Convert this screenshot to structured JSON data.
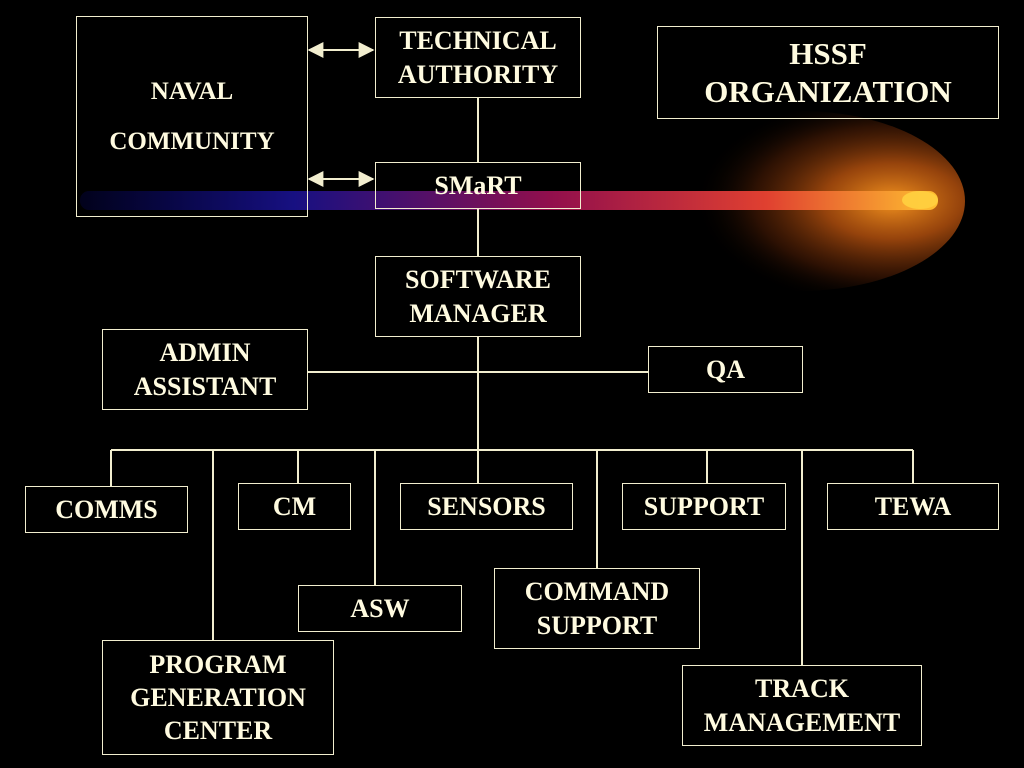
{
  "title": {
    "line1": "HSSF",
    "line2": "ORGANIZATION"
  },
  "nodes": {
    "naval_community": {
      "line1": "NAVAL",
      "line2": "COMMUNITY"
    },
    "technical_authority": {
      "line1": "TECHNICAL",
      "line2": "AUTHORITY"
    },
    "smart": {
      "line1": "SMaRT"
    },
    "software_manager": {
      "line1": "SOFTWARE",
      "line2": "MANAGER"
    },
    "admin_assistant": {
      "line1": "ADMIN",
      "line2": "ASSISTANT"
    },
    "qa": {
      "line1": "QA"
    },
    "comms": {
      "line1": "COMMS"
    },
    "cm": {
      "line1": "CM"
    },
    "sensors": {
      "line1": "SENSORS"
    },
    "support": {
      "line1": "SUPPORT"
    },
    "tewa": {
      "line1": "TEWA"
    },
    "asw": {
      "line1": "ASW"
    },
    "command_support": {
      "line1": "COMMAND",
      "line2": "SUPPORT"
    },
    "program_generation_center": {
      "line1": "PROGRAM",
      "line2": "GENERATION",
      "line3": "CENTER"
    },
    "track_management": {
      "line1": "TRACK",
      "line2": "MANAGEMENT"
    }
  },
  "colors": {
    "background": "#000000",
    "line": "#f2eecf",
    "text": "#fffbe0",
    "streak_start": "#0a0a8a",
    "streak_mid": "#b0104a",
    "streak_end": "#ffb020"
  }
}
